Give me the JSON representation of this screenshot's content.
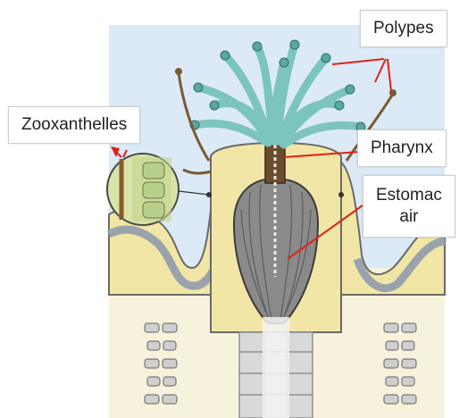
{
  "labels": {
    "polypes": "Polypes",
    "zooxanthelles": "Zooxanthelles",
    "pharynx": "Pharynx",
    "estomac_line1": "Estomac",
    "estomac_line2": "air"
  },
  "colors": {
    "sea": "#dbeaf6",
    "tissue": "#f2e6a6",
    "tentacle": "#7cc4c0",
    "skeleton": "#d9d9d9",
    "stomach": "#8a8a8a",
    "pointer": "#e0201a"
  }
}
